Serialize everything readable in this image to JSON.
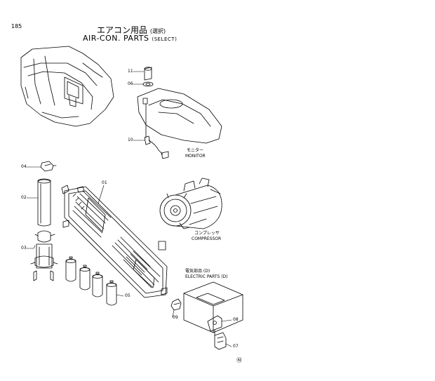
{
  "header": {
    "page_number": "185",
    "title_ja": "エアコン用品",
    "title_ja_note": "(選択)",
    "title_en": "AIR-CON. PARTS",
    "title_en_note": "(SELECT)"
  },
  "parts": [
    {
      "id": "11",
      "label": "11"
    },
    {
      "id": "06",
      "label": "06"
    },
    {
      "id": "10",
      "label": "10"
    },
    {
      "id": "04",
      "label": "04"
    },
    {
      "id": "01",
      "label": "01"
    },
    {
      "id": "02",
      "label": "02"
    },
    {
      "id": "03",
      "label": "03"
    },
    {
      "id": "05",
      "label": "05"
    },
    {
      "id": "09",
      "label": "09"
    },
    {
      "id": "08",
      "label": "08"
    },
    {
      "id": "07",
      "label": "07"
    }
  ],
  "captions": {
    "monitor_ja": "モニター",
    "monitor_en": "MONITOR",
    "compressor_ja": "コンプレッサ",
    "compressor_en": "COMPRESSOR",
    "electric_ja": "電気部品 (D)",
    "electric_en": "ELECTRIC PARTS (D)"
  },
  "footer_mark": "Ⓝ"
}
